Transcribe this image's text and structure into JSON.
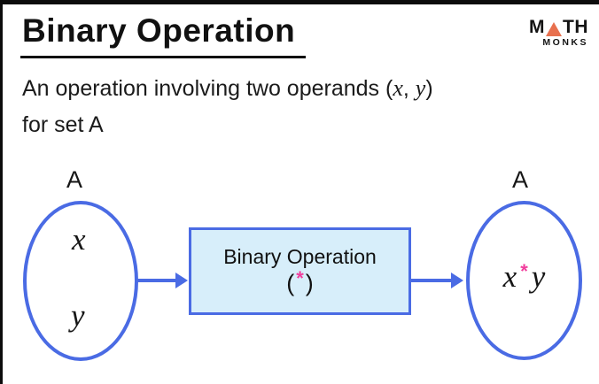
{
  "header": {
    "title": "Binary Operation",
    "logo": {
      "m": "M",
      "th": "TH",
      "monks": "MONKS"
    }
  },
  "description": {
    "line1_prefix": "An operation involving two operands (",
    "operand_x": "x",
    "separator": ", ",
    "operand_y": "y",
    "line1_suffix": ")",
    "line2": "for set A"
  },
  "diagram": {
    "left_set": {
      "label": "A",
      "element_x": "x",
      "element_y": "y"
    },
    "operation_box": {
      "title": "Binary Operation",
      "paren_open": "(",
      "operator": "*",
      "paren_close": ")"
    },
    "right_set": {
      "label": "A",
      "result_x": "x",
      "result_operator": "*",
      "result_y": "y"
    }
  },
  "colors": {
    "blue": "#4a6be4",
    "box_fill": "#d7eefa",
    "operator_pink": "#f13d9c",
    "logo_orange": "#e8704e"
  }
}
